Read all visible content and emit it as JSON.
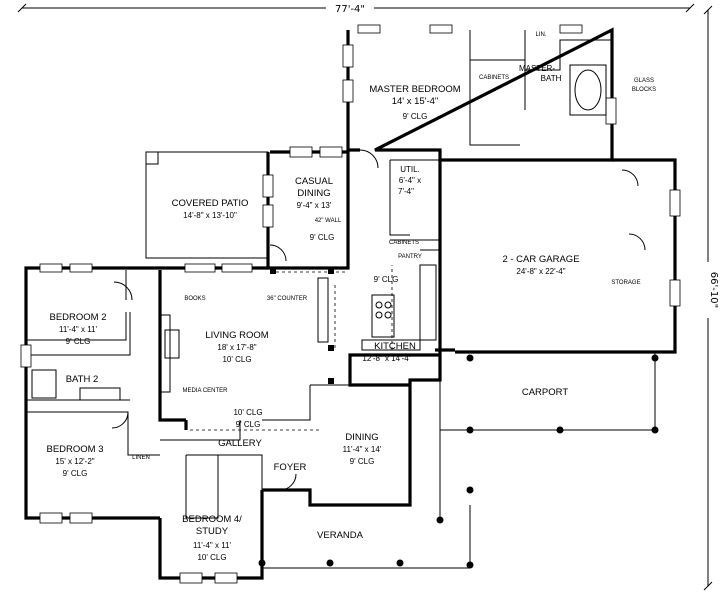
{
  "dimensions": {
    "width": "77'-4\"",
    "depth": "66'-10\""
  },
  "rooms": {
    "master_bedroom": {
      "name": "MASTER BEDROOM",
      "size": "14' x 15'-4\"",
      "ceiling": "9' CLG"
    },
    "master_bath": {
      "name_line1": "MASTER-",
      "name_line2": "BATH"
    },
    "lin": "LIN.",
    "cabinets_master": "CABINETS",
    "glass_blocks_line1": "GLASS",
    "glass_blocks_line2": "BLOCKS",
    "util": {
      "name": "UTIL.",
      "size_line1": "6'-4\" x",
      "size_line2": "7'-4\""
    },
    "casual_dining": {
      "name_line1": "CASUAL",
      "name_line2": "DINING",
      "size": "9'-4\" x 13'",
      "ceiling": "9' CLG"
    },
    "wall_note": "42\" WALL",
    "covered_patio": {
      "name": "COVERED PATIO",
      "size": "14'-8\" x 13'-10\""
    },
    "garage": {
      "name": "2 - CAR GARAGE",
      "size": "24'-8\" x 22'-4\""
    },
    "storage": "STORAGE",
    "cabinets_kitchen": "CABINETS",
    "pantry": "PANTRY",
    "kitchen": {
      "ceiling": "9' CLG",
      "name": "KITCHEN",
      "size": "12'-8\" x 14'-4\""
    },
    "counter_note": "36\" COUNTER",
    "books": "BOOKS",
    "living_room": {
      "name": "LIVING ROOM",
      "size": "18' x 17'-8\"",
      "ceiling": "10' CLG"
    },
    "media_center": "MEDIA CENTER",
    "bedroom2": {
      "name": "BEDROOM 2",
      "size": "11'-4\" x 11'",
      "ceiling": "9' CLG"
    },
    "bath2": {
      "name": "BATH 2"
    },
    "bedroom3": {
      "name": "BEDROOM 3",
      "size": "15' x 12'-2\"",
      "ceiling": "9' CLG"
    },
    "linen": "LINEN",
    "gallery": {
      "ceiling_top": "10' CLG",
      "ceiling_bottom": "9' CLG",
      "name": "GALLERY"
    },
    "carport": {
      "name": "CARPORT"
    },
    "dining": {
      "name": "DINING",
      "size": "11'-4\" x 14'",
      "ceiling": "9' CLG"
    },
    "foyer": {
      "name": "FOYER"
    },
    "bedroom4": {
      "name_line1": "BEDROOM 4/",
      "name_line2": "STUDY",
      "size": "11'-4\" x 11'",
      "ceiling": "10' CLG"
    },
    "veranda": {
      "name": "VERANDA"
    }
  }
}
